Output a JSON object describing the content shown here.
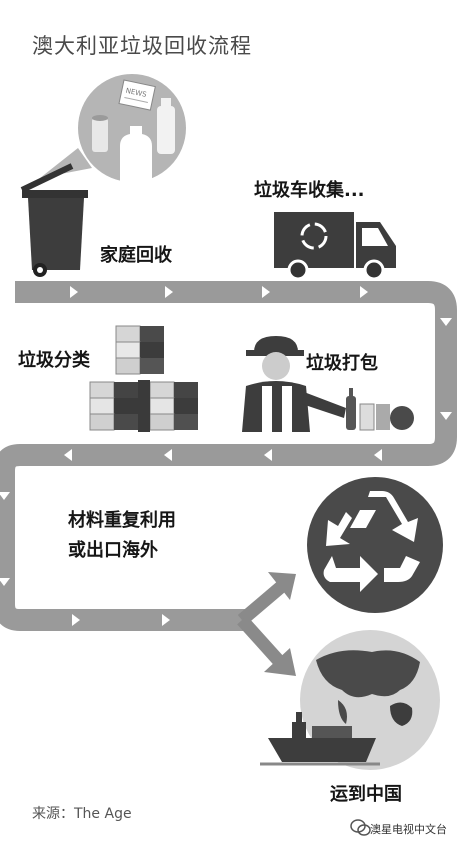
{
  "title": "澳大利亚垃圾回收流程",
  "steps": {
    "home": "家庭回收",
    "truck": "垃圾车收集...",
    "sort": "垃圾分类",
    "pack": "垃圾打包",
    "reuse_line1": "材料重复利用",
    "reuse_line2": "或出口海外",
    "china": "运到中国"
  },
  "source": "来源：The Age",
  "credit": "澳星电视中文台",
  "icons": {
    "newspaper_label": "NEWS"
  },
  "colors": {
    "track": "#9a9a9a",
    "dark": "#3a3a3a",
    "mid": "#6b6b6b",
    "light": "#cfcfcf"
  }
}
